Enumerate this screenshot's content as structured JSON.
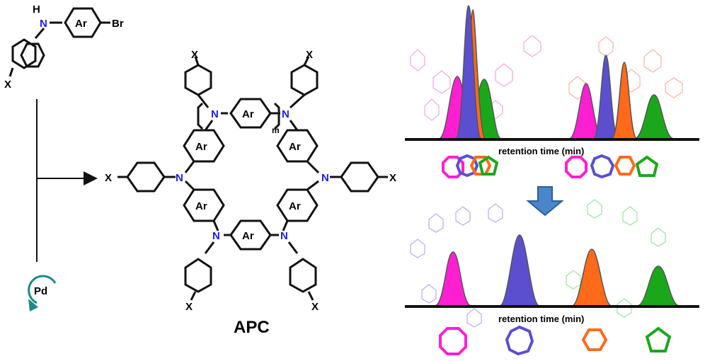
{
  "reactant": {
    "h_label": "H",
    "n_label": "N",
    "ar_label": "Ar",
    "br_label": "Br",
    "x_label": "X"
  },
  "catalyst": {
    "label": "Pd"
  },
  "product": {
    "name": "APC",
    "ar_label": "Ar",
    "n_label": "N",
    "x_label": "X",
    "repeat_label": "m"
  },
  "top_chromatogram": {
    "axis_label": "retention time (min)"
  },
  "bottom_chromatogram": {
    "axis_label": "retention time (min)"
  },
  "colors": {
    "magenta": "#ff1fd2",
    "blue": "#5b4fcf",
    "orange": "#ff6a1a",
    "green": "#1aa81a",
    "nitrogen": "#1a1aff",
    "catalyst": "#1a8a86",
    "arrow": "#4a86c8"
  },
  "icons": [
    "octagon-icon",
    "heptagon-icon",
    "hexagon-icon",
    "pentagon-icon",
    "down-arrow-icon",
    "pd-cycle-icon"
  ]
}
